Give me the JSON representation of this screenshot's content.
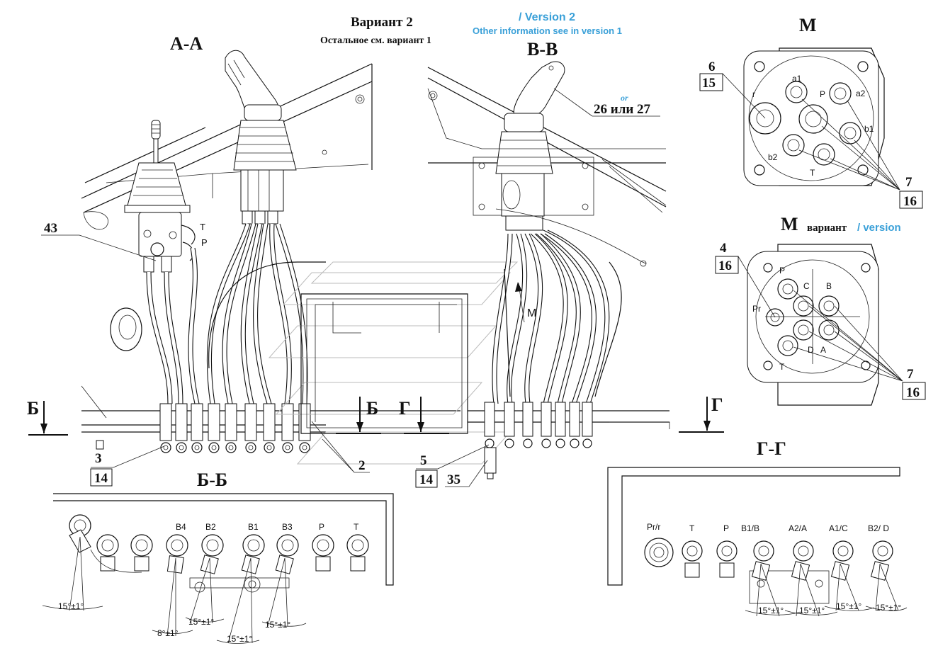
{
  "header": {
    "variant_ru": "Вариант 2",
    "variant_en": "/ Version 2",
    "note_ru": "Остальное см. вариант 1",
    "note_en": "Other information see in version 1"
  },
  "sections": {
    "aa": "А-А",
    "vv": "В-В",
    "m": "М",
    "m_variant_letter": "М",
    "m_variant_ru": "вариант",
    "m_variant_en": "/ version",
    "bb": "Б-Б",
    "gg": "Г-Г",
    "b_marker": "Б",
    "g_marker": "Г",
    "m_arrow": "М"
  },
  "callouts": {
    "c43": "43",
    "c3": "3",
    "c14a": "14",
    "c2": "2",
    "c5": "5",
    "c14b": "14",
    "c35": "35",
    "c26_or_27": "26 или 27",
    "c26_or_en": "or",
    "c6": "6",
    "c15": "15",
    "c7a": "7",
    "c16a": "16",
    "c4": "4",
    "c16b": "16",
    "c7b": "7",
    "c16c": "16"
  },
  "valve_ports_aa": {
    "t": "T",
    "p": "P"
  },
  "port_m": {
    "r": "r",
    "a1": "a1",
    "p": "P",
    "a2": "a2",
    "b1": "b1",
    "b2": "b2",
    "t": "T"
  },
  "port_m_variant": {
    "p": "P",
    "c": "C",
    "b": "B",
    "pr": "Pr",
    "d": "D",
    "a": "A",
    "t": "T"
  },
  "bb_ports": [
    "B4",
    "B2",
    "B1",
    "B3",
    "P",
    "T"
  ],
  "gg_ports": [
    "Pr/r",
    "T",
    "P",
    "B1/B",
    "A2/A",
    "A1/C",
    "B2/ D"
  ],
  "angles": {
    "bb_a1": "15°±1°",
    "bb_a2": "8°±1°",
    "bb_a3": "15°±1°",
    "bb_a4": "15°±1°",
    "bb_a5": "15°±1°",
    "gg_a1": "15°±1°",
    "gg_a2": "15°±1°",
    "gg_a3": "15°±1°",
    "gg_a4": "15°±1°"
  }
}
